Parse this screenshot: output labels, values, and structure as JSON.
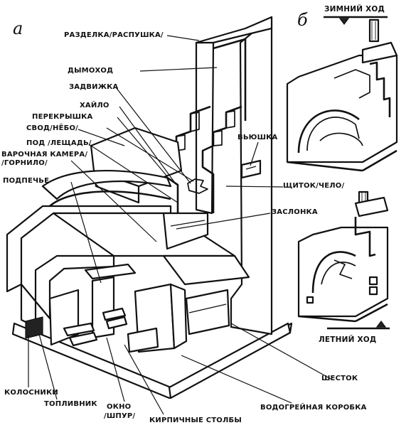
{
  "panels": {
    "main": "а",
    "side": "б"
  },
  "labels": {
    "razdelka": "РАЗДЕЛКА/РАСПУШКА/",
    "dymokhod": "ДЫМОХОД",
    "zadvizhka": "ЗАДВИЖКА",
    "khaylo": "ХАЙЛО",
    "perekryshka": "ПЕРЕКРЫШКА",
    "svod": "СВОД/НЁБО/",
    "pod": "ПОД /ЛЕЩАДЬ/",
    "varochnaya": "ВАРОЧНАЯ КАМЕРА/",
    "gornilo": "/ГОРНИЛО/",
    "podpeche": "ПОДПЕЧЬЕ",
    "vyushka": "ВЬЮШКА",
    "shchitok": "ЩИТОК/ЧЕЛО/",
    "zaslonka": "ЗАСЛОНКА",
    "shestok": "ШЕСТОК",
    "vodogreynaya": "ВОДОГРЕЙНАЯ КОРОБКА",
    "kirpichnye": "КИРПИЧНЫЕ СТОЛБЫ",
    "okno": "ОКНО",
    "shpur": "/ШПУР/",
    "toplivnik": "ТОПЛИВНИК",
    "kolosniki": "КОЛОСНИКИ",
    "zimniy": "ЗИМНИЙ ХОД",
    "letniy": "ЛЕТНИЙ ХОД"
  }
}
